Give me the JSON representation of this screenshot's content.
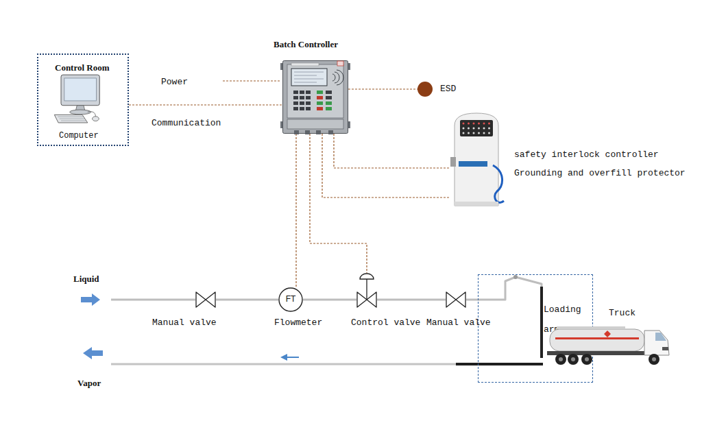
{
  "diagram": {
    "nodes": [
      {
        "text": [
          "Control Room",
          "Computer"
        ]
      },
      {
        "text": [
          "Batch Controller"
        ]
      },
      {
        "text": [
          "ESD"
        ]
      },
      {
        "text": [
          "safety interlock controller",
          "Grounding and overfill protector"
        ]
      },
      {
        "text": [
          "Manual valve"
        ]
      },
      {
        "text": [
          "FT",
          "Flowmeter"
        ]
      },
      {
        "text": [
          "Control valve"
        ]
      },
      {
        "text": [
          "Manual valve"
        ]
      },
      {
        "text": [
          "Loading arm"
        ]
      },
      {
        "text": [
          "Truck"
        ]
      }
    ],
    "edges": [
      {
        "from": 0,
        "to": 1,
        "label": "Communication",
        "arrow": "none"
      },
      {
        "from": 1,
        "to": 2,
        "arrow": "none"
      },
      {
        "from": 1,
        "to": 3,
        "arrow": "none"
      },
      {
        "from": 1,
        "to": 3,
        "arrow": "none"
      },
      {
        "from": 1,
        "to": 6,
        "arrow": "none"
      },
      {
        "from": 1,
        "to": 5,
        "arrow": "none"
      },
      {
        "from": 4,
        "to": 5,
        "arrow": "none"
      },
      {
        "from": 5,
        "to": 6,
        "arrow": "none"
      },
      {
        "from": 6,
        "to": 7,
        "arrow": "none"
      },
      {
        "from": 7,
        "to": 8,
        "arrow": "none"
      }
    ],
    "labels": [
      "Power",
      "Liquid",
      "Vapor"
    ]
  }
}
